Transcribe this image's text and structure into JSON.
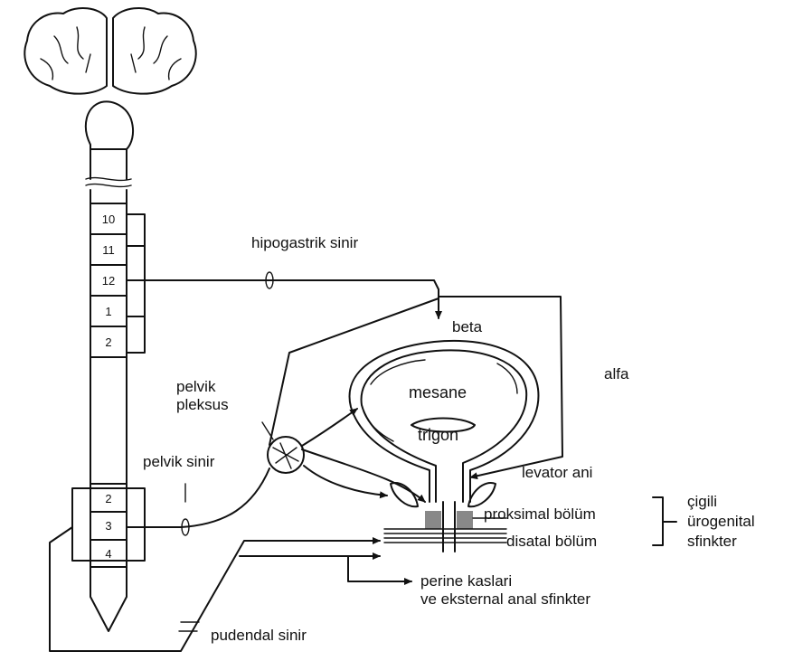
{
  "spinal_segments": {
    "upper": [
      "10",
      "11",
      "12",
      "1",
      "2"
    ],
    "lower": [
      "2",
      "3",
      "4"
    ]
  },
  "labels": {
    "hipogastrik": "hipogastrik sinir",
    "beta": "beta",
    "alfa": "alfa",
    "pelvik_pleksus_1": "pelvik",
    "pelvik_pleksus_2": "pleksus",
    "pelvik_sinir": "pelvik sinir",
    "mesane": "mesane",
    "trigon": "trigon",
    "levator": "levator ani",
    "proksimal": "proksimal bölüm",
    "disatal": "disatal bölüm",
    "cigili": "çigili",
    "urogenital": "ürogenital",
    "sfinkter": "sfinkter",
    "perine_1": "perine kaslari",
    "perine_2": "ve eksternal anal sfinkter",
    "pudendal": "pudendal sinir"
  }
}
